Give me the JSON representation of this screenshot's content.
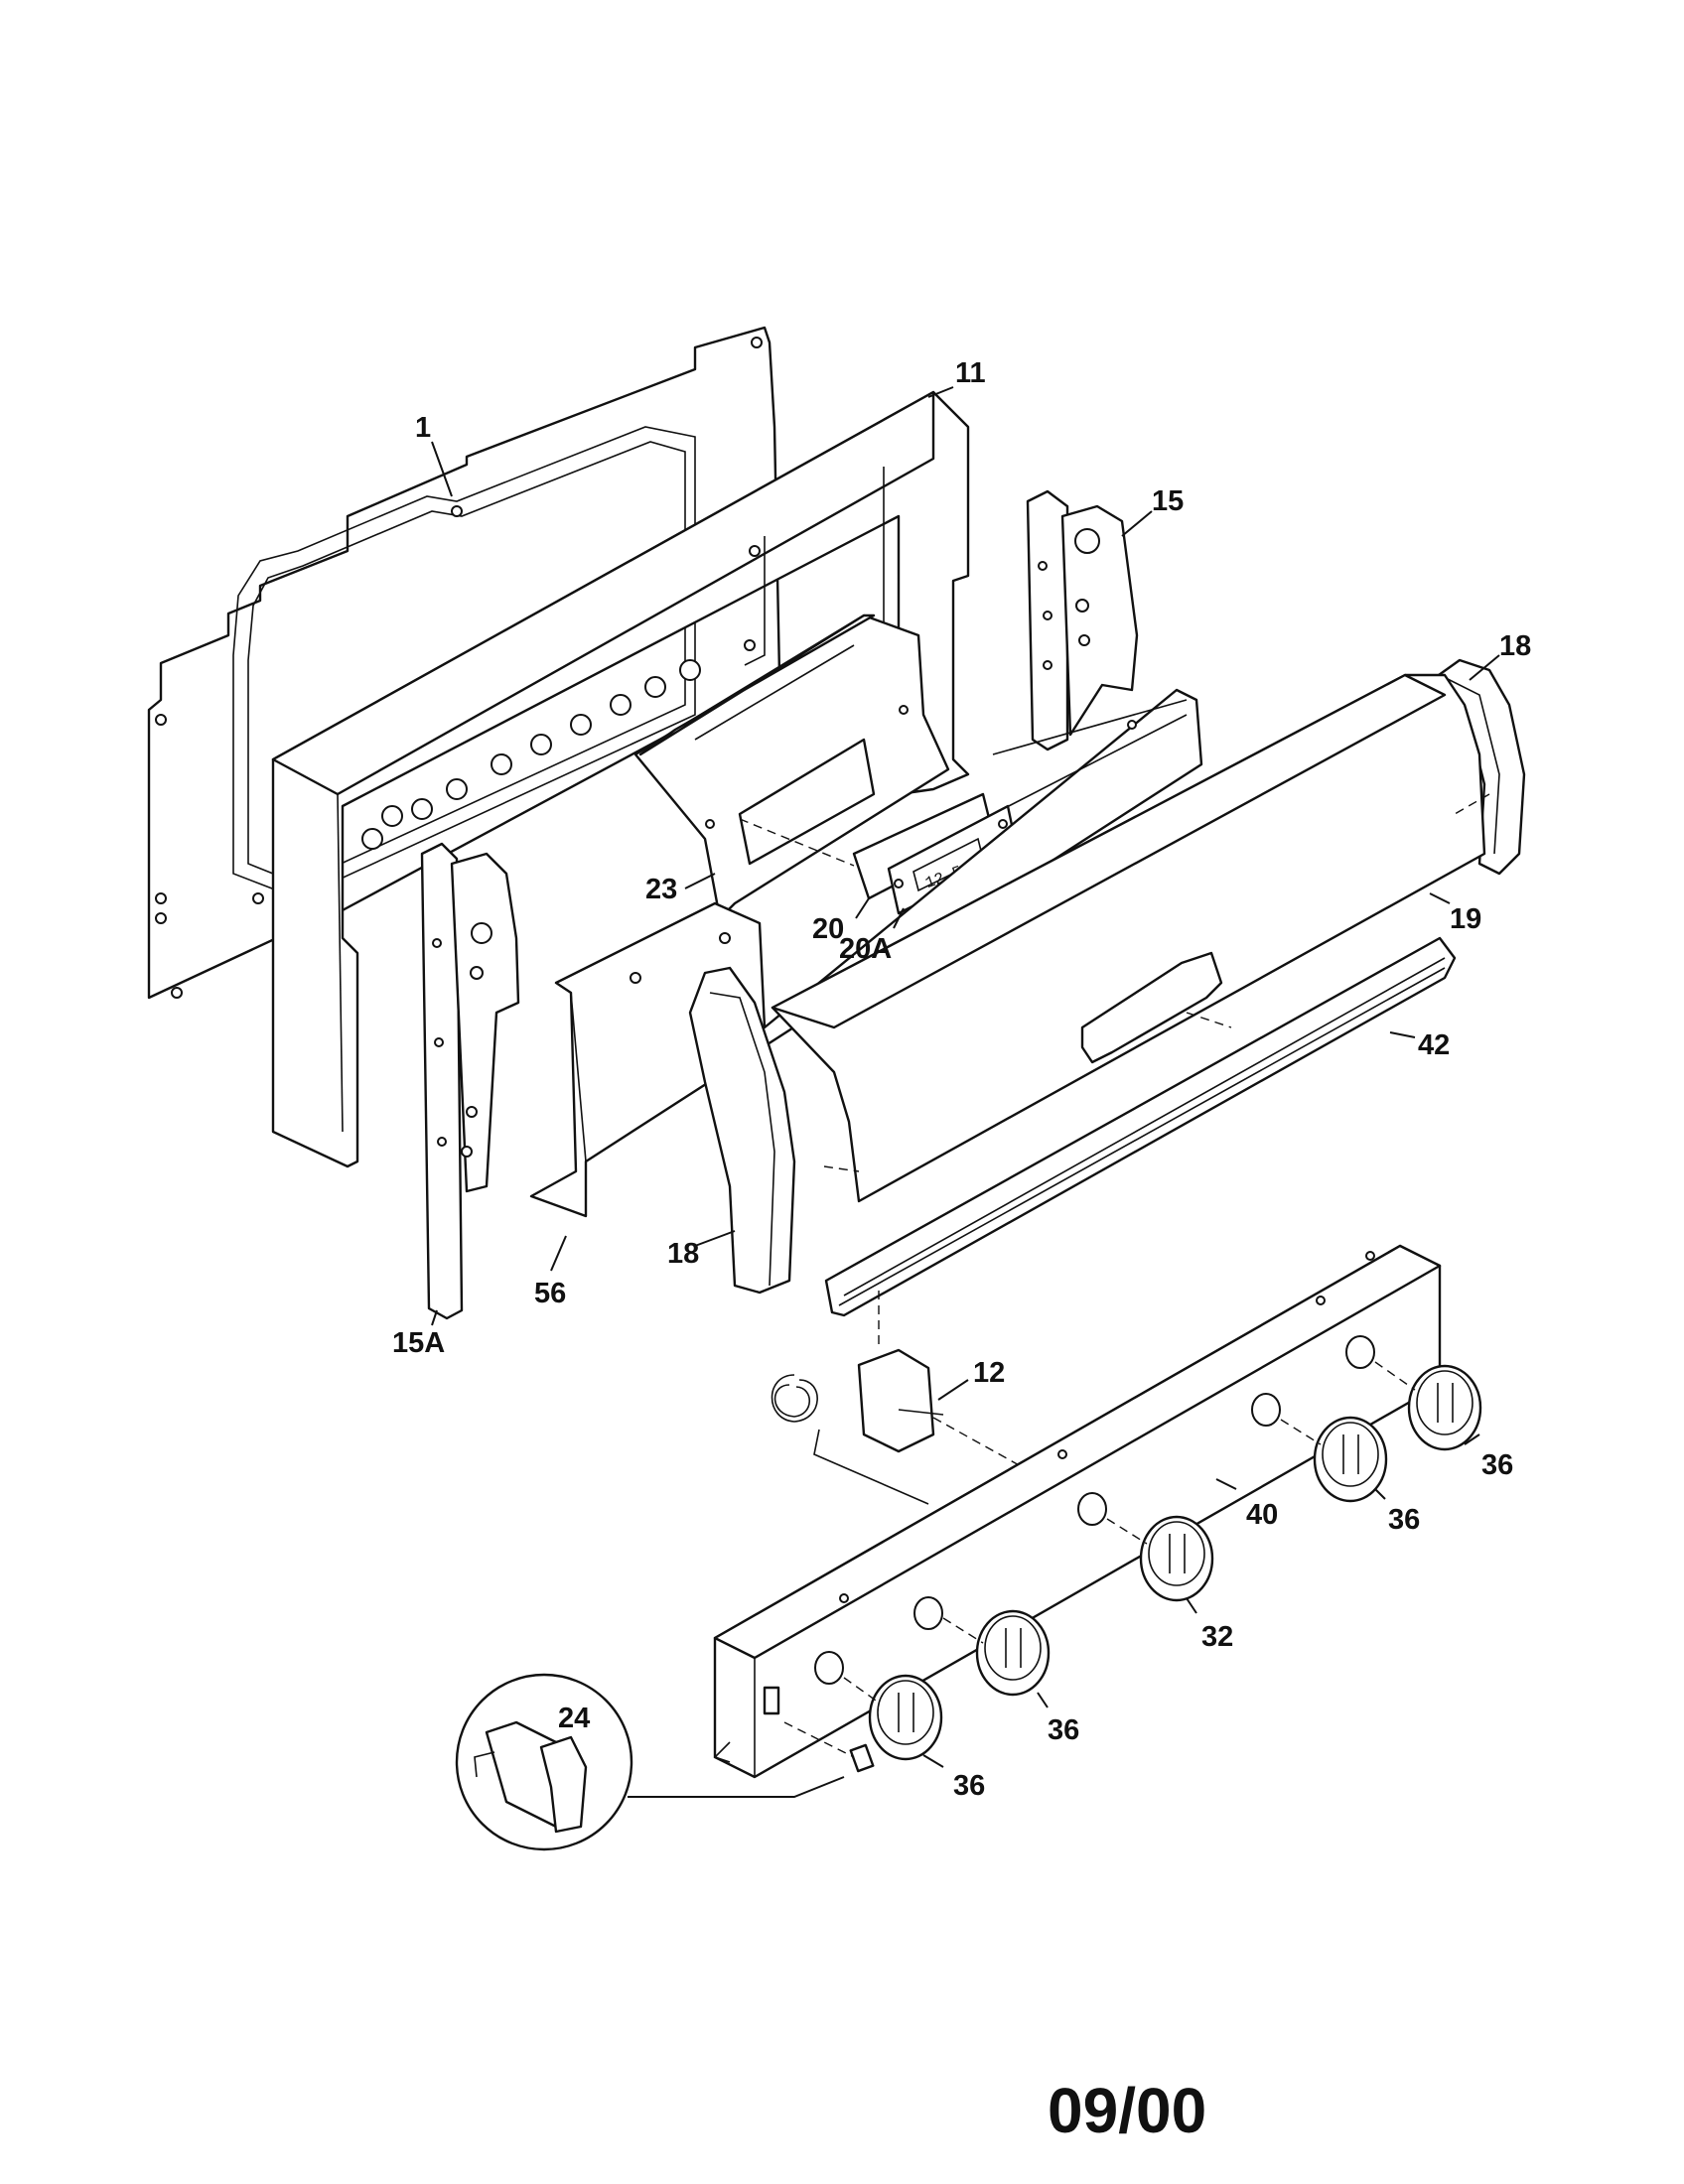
{
  "callouts": {
    "c1": "1",
    "c11": "11",
    "c15": "15",
    "c18a": "18",
    "c23": "23",
    "c20": "20",
    "c20a": "20A",
    "c19": "19",
    "c42": "42",
    "c15a": "15A",
    "c56": "56",
    "c18b": "18",
    "c12": "12",
    "c40": "40",
    "c36a": "36",
    "c36b": "36",
    "c32": "32",
    "c36c": "36",
    "c36d": "36",
    "c24": "24"
  },
  "clock_display": "12 59",
  "footer": {
    "date_code": "09/00"
  }
}
